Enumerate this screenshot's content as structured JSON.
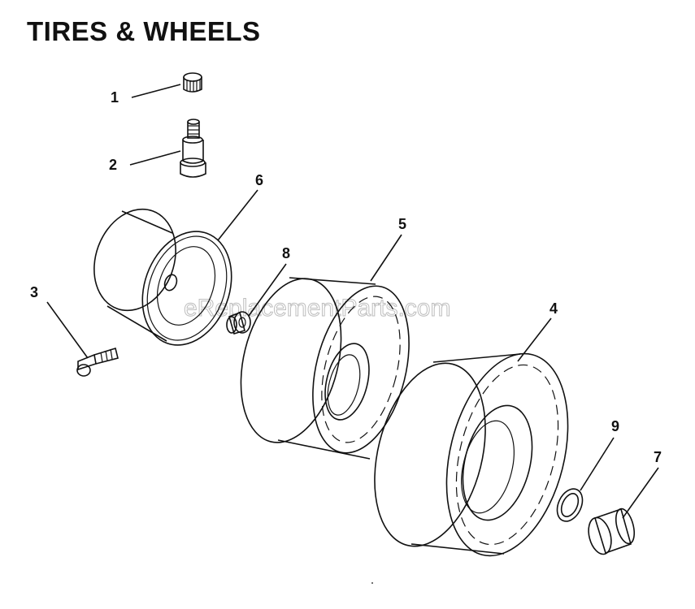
{
  "title": "TIRES & WHEELS",
  "watermark": "eReplacementParts.com",
  "callouts": {
    "c1": "1",
    "c2": "2",
    "c3": "3",
    "c4": "4",
    "c5": "5",
    "c6": "6",
    "c7": "7",
    "c8": "8",
    "c9": "9"
  }
}
